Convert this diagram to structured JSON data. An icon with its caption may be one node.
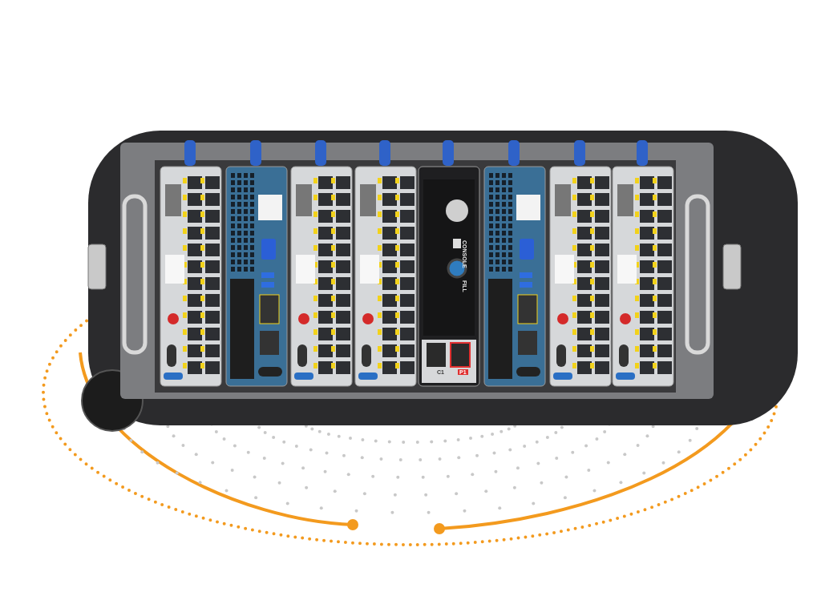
{
  "diagram": {
    "labels": [
      "CONSOLE",
      "FILL",
      "C1",
      "P1"
    ]
  }
}
